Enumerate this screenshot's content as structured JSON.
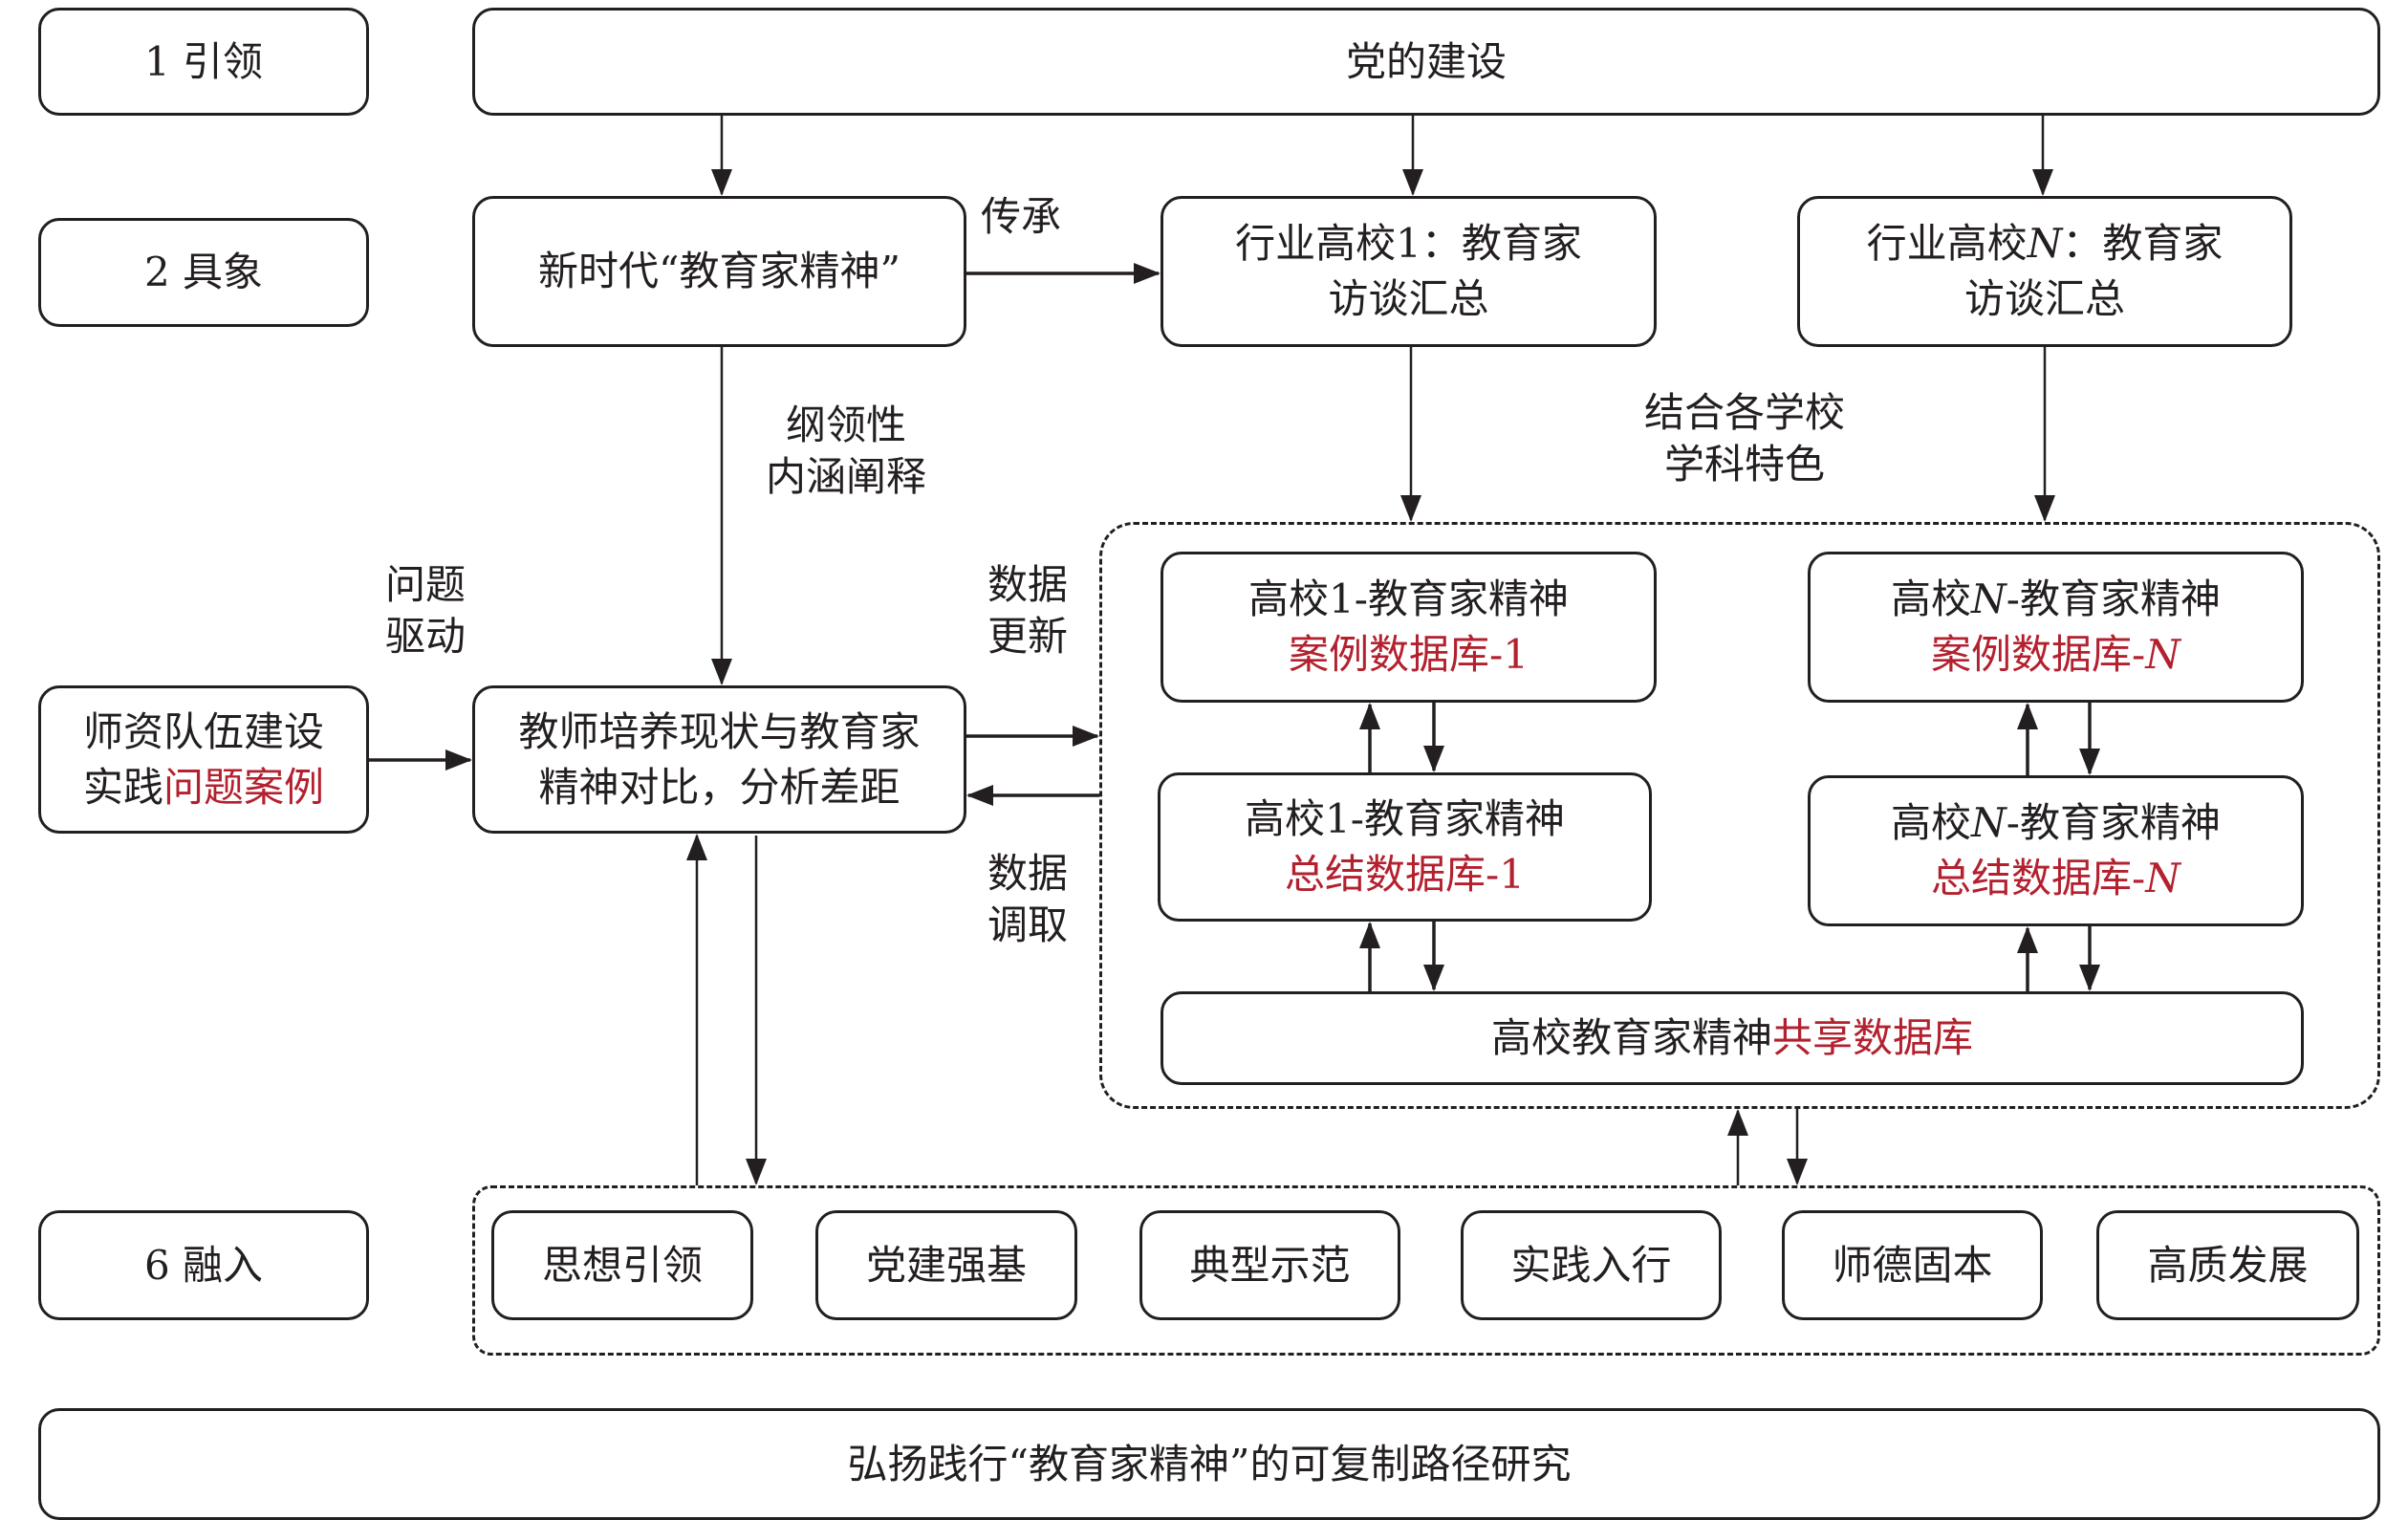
{
  "levels": {
    "lead": "1 引领",
    "concrete": "2 具象",
    "integrate": "6 融入"
  },
  "party_building": "党的建设",
  "new_era_spirit": "新时代“教育家精神”",
  "inherit_label": "传承",
  "industry_univ_1": {
    "line1": "行业高校1：教育家",
    "line2": "访谈汇总"
  },
  "industry_univ_n": {
    "line1_prefix": "行业高校",
    "line1_var": "N",
    "line1_suffix": "：教育家",
    "line2": "访谈汇总"
  },
  "program_label": {
    "line1": "纲领性",
    "line2": "内涵阐释"
  },
  "combine_label": {
    "line1": "结合各学校",
    "line2": "学科特色"
  },
  "problem_driven_label": {
    "line1": "问题",
    "line2": "驱动"
  },
  "data_update_label": {
    "line1": "数据",
    "line2": "更新"
  },
  "data_fetch_label": {
    "line1": "数据",
    "line2": "调取"
  },
  "faculty_cases": {
    "line1": "师资队伍建设",
    "line2_black": "实践",
    "line2_red": "问题案例"
  },
  "compare_box": {
    "line1": "教师培养现状与教育家",
    "line2": "精神对比，分析差距"
  },
  "case_db_1": {
    "line1": "高校1-教育家精神",
    "line2": "案例数据库-1"
  },
  "summary_db_1": {
    "line1": "高校1-教育家精神",
    "line2": "总结数据库-1"
  },
  "case_db_n": {
    "line1_prefix": "高校",
    "var": "N",
    "line1_suffix": "-教育家精神",
    "line2_prefix": "案例数据库-"
  },
  "summary_db_n": {
    "line1_prefix": "高校",
    "var": "N",
    "line1_suffix": "-教育家精神",
    "line2_prefix": "总结数据库-"
  },
  "shared_db": {
    "black": "高校教育家精神",
    "red": "共享数据库"
  },
  "integration_items": [
    "思想引领",
    "党建强基",
    "典型示范",
    "实践入行",
    "师德固本",
    "高质发展"
  ],
  "bottom_title": "弘扬践行“教育家精神”的可复制路径研究",
  "colors": {
    "line": "#231f20",
    "highlight_red": "#b3212f"
  }
}
